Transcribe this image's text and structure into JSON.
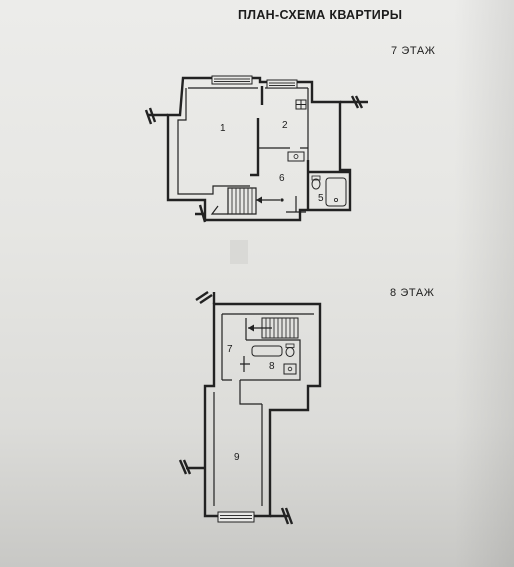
{
  "title": "ПЛАН-СХЕМА КВАРТИРЫ",
  "floors": [
    {
      "label": "7 ЭТАЖ",
      "rooms": [
        "1",
        "2",
        "6",
        "5"
      ]
    },
    {
      "label": "8 ЭТАЖ",
      "rooms": [
        "7",
        "8",
        "9"
      ]
    }
  ],
  "colors": {
    "line": "#222222",
    "paper": "#e8e8e6"
  }
}
